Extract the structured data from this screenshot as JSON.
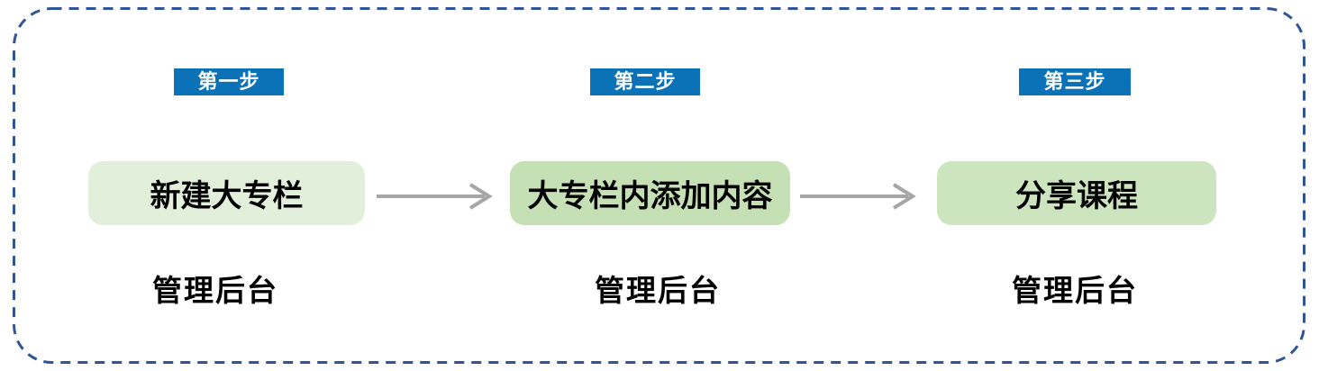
{
  "steps": [
    {
      "badge_label": "第一步",
      "box_label": "新建大专栏",
      "platform_label": "管理后台",
      "box_color": "#e2efda"
    },
    {
      "badge_label": "第二步",
      "box_label": "大专栏内添加内容",
      "platform_label": "管理后台",
      "box_color": "#c5e0b4"
    },
    {
      "badge_label": "第三步",
      "box_label": "分享课程",
      "platform_label": "管理后台",
      "box_color": "#cde5bf"
    }
  ],
  "colors": {
    "badge_bg": "#0b72b8",
    "badge_text": "#ffffff",
    "box_text": "#000000",
    "platform_text": "#000000",
    "arrow": "#a6a6a6",
    "border": "#2f5597",
    "background": "#ffffff"
  }
}
